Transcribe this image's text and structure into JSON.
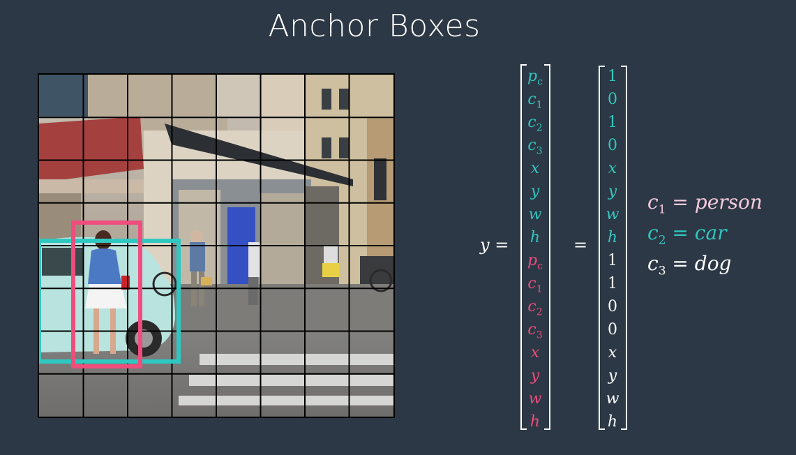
{
  "title": "Anchor Boxes",
  "y_symbol": "y =",
  "equals": "=",
  "vector_labels": [
    {
      "base": "p",
      "sub": "c",
      "group": "anchor1"
    },
    {
      "base": "c",
      "sub": "1",
      "group": "anchor1"
    },
    {
      "base": "c",
      "sub": "2",
      "group": "anchor1"
    },
    {
      "base": "c",
      "sub": "3",
      "group": "anchor1"
    },
    {
      "base": "x",
      "sub": "",
      "group": "anchor1"
    },
    {
      "base": "y",
      "sub": "",
      "group": "anchor1"
    },
    {
      "base": "w",
      "sub": "",
      "group": "anchor1"
    },
    {
      "base": "h",
      "sub": "",
      "group": "anchor1"
    },
    {
      "base": "p",
      "sub": "c",
      "group": "anchor2"
    },
    {
      "base": "c",
      "sub": "1",
      "group": "anchor2"
    },
    {
      "base": "c",
      "sub": "2",
      "group": "anchor2"
    },
    {
      "base": "c",
      "sub": "3",
      "group": "anchor2"
    },
    {
      "base": "x",
      "sub": "",
      "group": "anchor2"
    },
    {
      "base": "y",
      "sub": "",
      "group": "anchor2"
    },
    {
      "base": "w",
      "sub": "",
      "group": "anchor2"
    },
    {
      "base": "h",
      "sub": "",
      "group": "anchor2"
    }
  ],
  "vector_values": [
    {
      "text": "1",
      "group": "anchor1",
      "numeric": true
    },
    {
      "text": "0",
      "group": "anchor1",
      "numeric": true
    },
    {
      "text": "1",
      "group": "anchor1",
      "numeric": true
    },
    {
      "text": "0",
      "group": "anchor1",
      "numeric": true
    },
    {
      "text": "x",
      "group": "anchor1",
      "numeric": false
    },
    {
      "text": "y",
      "group": "anchor1",
      "numeric": false
    },
    {
      "text": "w",
      "group": "anchor1",
      "numeric": false
    },
    {
      "text": "h",
      "group": "anchor1",
      "numeric": false
    },
    {
      "text": "1",
      "group": "anchor2",
      "numeric": true
    },
    {
      "text": "1",
      "group": "anchor2",
      "numeric": true
    },
    {
      "text": "0",
      "group": "anchor2",
      "numeric": true
    },
    {
      "text": "0",
      "group": "anchor2",
      "numeric": true
    },
    {
      "text": "x",
      "group": "anchor2",
      "numeric": false
    },
    {
      "text": "y",
      "group": "anchor2",
      "numeric": false
    },
    {
      "text": "w",
      "group": "anchor2",
      "numeric": false
    },
    {
      "text": "h",
      "group": "anchor2",
      "numeric": false
    }
  ],
  "legend": [
    {
      "base": "c",
      "sub": "1",
      "text": " = person",
      "style": "person"
    },
    {
      "base": "c",
      "sub": "2",
      "text": " = car",
      "style": "car"
    },
    {
      "base": "c",
      "sub": "3",
      "text": " = dog",
      "style": "dog"
    }
  ],
  "colors": {
    "background": "#2c3845",
    "anchor_teal": "#2fc8c0",
    "anchor_pink": "#ef4d7d",
    "person_label": "#f6c9dd"
  },
  "grid": {
    "rows": 8,
    "cols": 8
  }
}
